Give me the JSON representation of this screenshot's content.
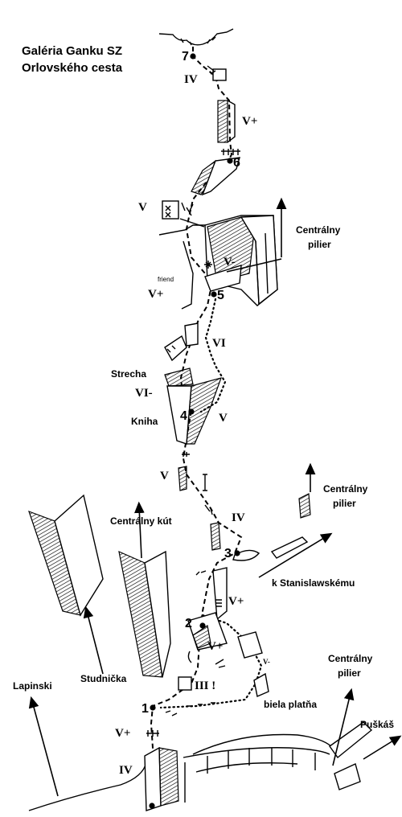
{
  "title": {
    "line1": "Galéria Ganku SZ",
    "line2": "Orlovského cesta"
  },
  "belays": {
    "b1": "1",
    "b2": "2",
    "b3": "3",
    "b4": "4",
    "b5": "5",
    "b6": "6",
    "b7": "7"
  },
  "grades": {
    "g_top_iv": "IV",
    "g_upper_v_plus": "V+",
    "g_v_left": "V",
    "g_v_minus_pillar": "V-",
    "g_v_plus_friend": "V+",
    "g_vi": "VI",
    "g_vi_minus": "VI-",
    "g_v_kniha": "V",
    "g_v_mid": "V",
    "g_iv_mid": "IV",
    "g_v_plus_low": "V+",
    "g_v_plus_small": "V+",
    "g_v_minus_small": "V-",
    "g_iii": "III !",
    "g_v_plus_base": "V+",
    "g_iv_base": "IV"
  },
  "labels": {
    "centralny_pilier_top": [
      "Centrálny",
      "pilier"
    ],
    "friend": "friend",
    "strecha": "Strecha",
    "kniha": "Kniha",
    "centralny_pilier_right": [
      "Centrálny",
      "pilier"
    ],
    "centralny_kut": "Centrálny kút",
    "k_stanislawskemu": "k Stanislawskému",
    "studnicka": "Studnička",
    "lapinski": "Lapinski",
    "centralny_pilier_bottom": [
      "Centrálny",
      "pilier"
    ],
    "biela_platna": "biela platňa",
    "puskas": "Puškáš"
  }
}
